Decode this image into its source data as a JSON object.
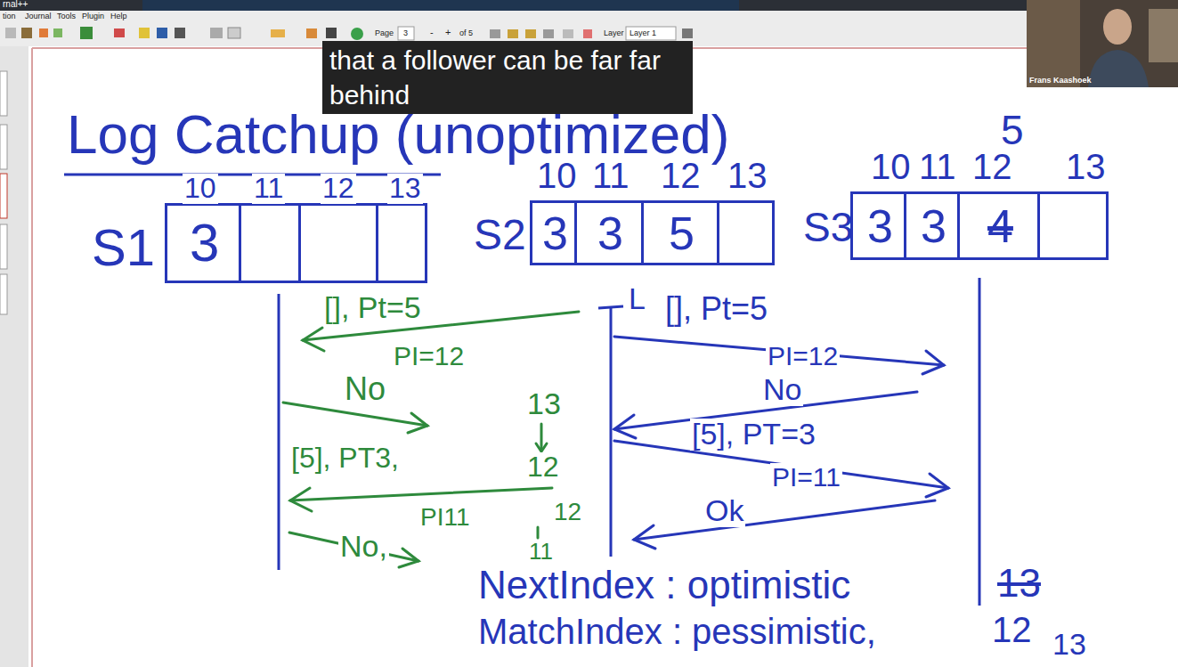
{
  "diagram": {
    "title": "Log Catchup (unoptimized)",
    "nodes": [
      {
        "text": [
          "S1",
          "3"
        ]
      },
      {
        "text": [
          "S2",
          "3",
          "3",
          "5"
        ]
      },
      {
        "text": [
          "S3",
          "3",
          "3",
          "4"
        ]
      }
    ],
    "labels": [
      "rnal++",
      "tion",
      "Journal",
      "Tools",
      "Plugin",
      "Help",
      "Page",
      "3",
      "-",
      "+",
      "of 5",
      "Layer",
      "Layer 1",
      "Frans Kaashoek",
      "that a follower can be far far behind",
      "10",
      "11",
      "12",
      "13",
      "10",
      "11",
      "12",
      "13",
      "10",
      "11",
      "12",
      "13",
      "5",
      "L",
      "[], Pt=5",
      "PI=12",
      "No",
      "[5], PT3,",
      "PI11",
      "No,",
      "13",
      "12",
      "12",
      "11",
      "[], Pt=5",
      "PI=12",
      "No",
      "[5], PT=3",
      "PI=11",
      "Ok",
      "NextIndex : optimistic",
      "13",
      "MatchIndex : pessimistic,",
      "12",
      "13"
    ]
  }
}
